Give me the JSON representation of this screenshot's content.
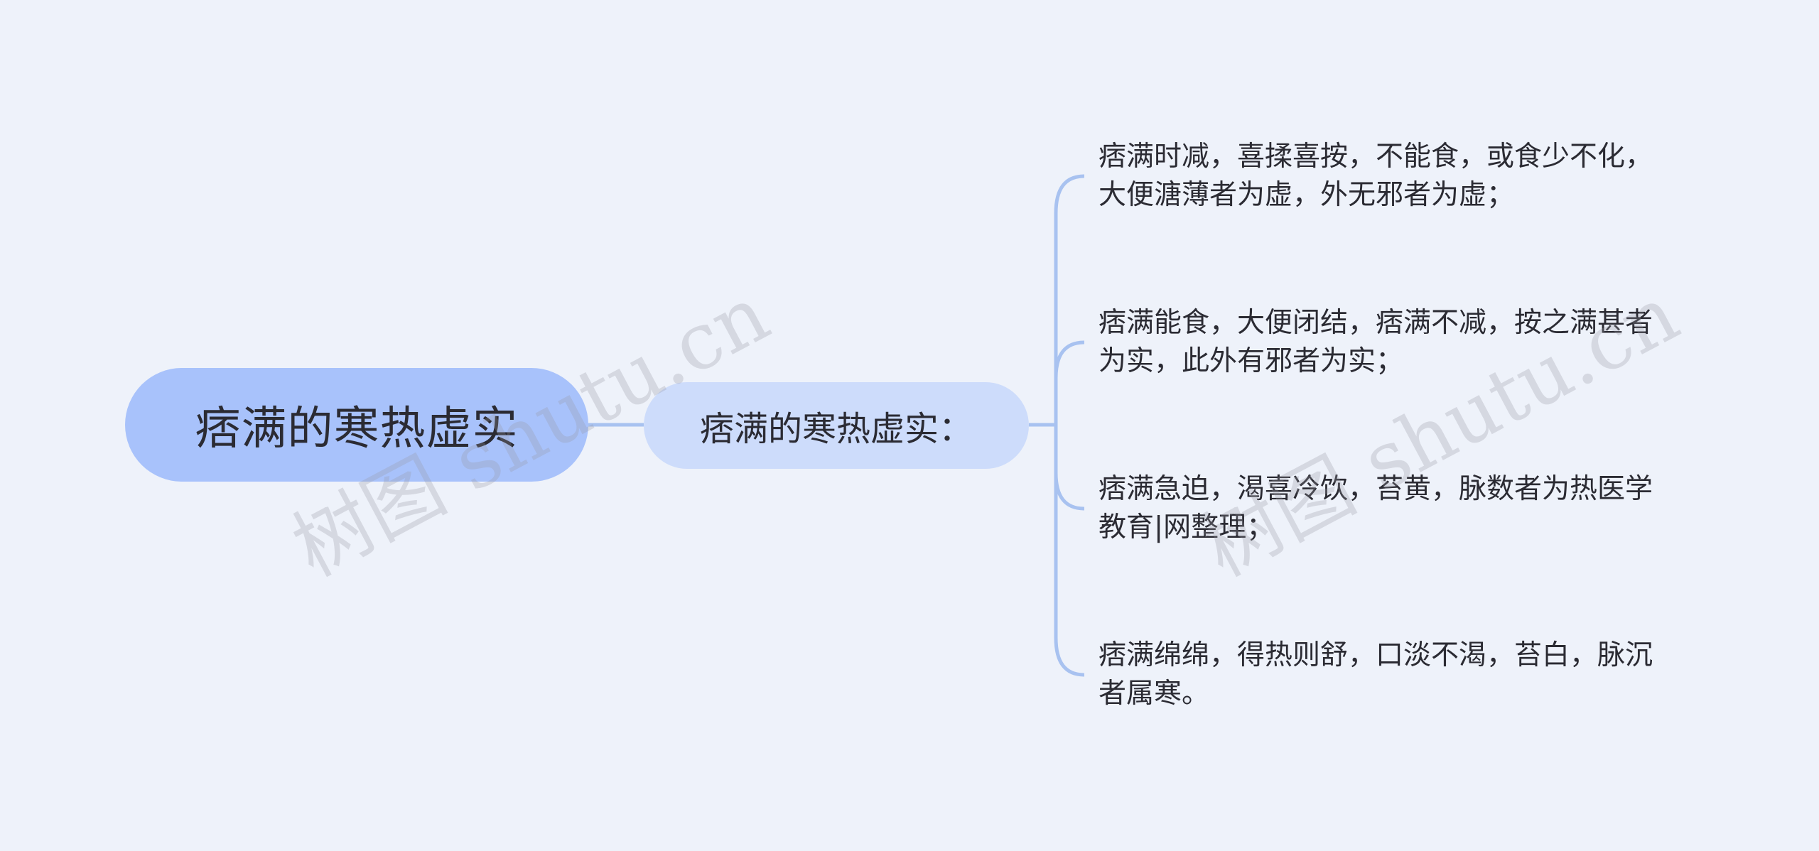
{
  "mindmap": {
    "root": {
      "label": "痞满的寒热虚实"
    },
    "branch": {
      "label": "痞满的寒热虚实："
    },
    "leaves": [
      {
        "lines": [
          "痞满时减，喜揉喜按，不能食，或食少不化，",
          "大便溏薄者为虚，外无邪者为虚；"
        ]
      },
      {
        "lines": [
          "痞满能食，大便闭结，痞满不减，按之满甚者",
          "为实，此外有邪者为实；"
        ]
      },
      {
        "lines": [
          "痞满急迫，渴喜冷饮，苔黄，脉数者为热医学",
          "教育|网整理；"
        ]
      },
      {
        "lines": [
          "痞满绵绵，得热则舒，口淡不渴，苔白，脉沉",
          "者属寒。"
        ]
      }
    ]
  },
  "watermarks": [
    "树图 shutu.cn",
    "树图 shutu.cn"
  ],
  "colors": {
    "background": "#eef2fa",
    "root_fill": "#a8c2fb",
    "branch_fill": "#cddcfb",
    "connector": "#a8c2f0",
    "text": "#2b2b33"
  }
}
